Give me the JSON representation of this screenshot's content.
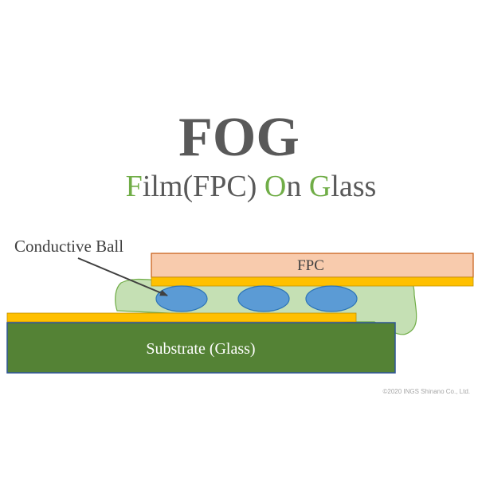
{
  "title": "FOG",
  "subtitle": {
    "parts": [
      {
        "text": "F",
        "accent": true
      },
      {
        "text": "ilm(FPC) ",
        "accent": false
      },
      {
        "text": "O",
        "accent": true
      },
      {
        "text": "n ",
        "accent": false
      },
      {
        "text": "G",
        "accent": true
      },
      {
        "text": "lass",
        "accent": false
      }
    ]
  },
  "labels": {
    "conductive_ball": "Conductive Ball",
    "fpc": "FPC",
    "substrate": "Substrate (Glass)"
  },
  "copyright": "©2020 INGS Shinano Co., Ltd.",
  "colors": {
    "title": "#595959",
    "accent_green": "#70ad47",
    "fpc_fill": "#f8cbad",
    "fpc_border": "#c55a11",
    "electrode": "#ffc000",
    "adhesive": "#c5e0b4",
    "adhesive_border": "#70ad47",
    "ball_fill": "#5b9bd5",
    "ball_border": "#2e75b6",
    "substrate_fill": "#548235",
    "substrate_border": "#2f5597",
    "arrow": "#404040"
  }
}
